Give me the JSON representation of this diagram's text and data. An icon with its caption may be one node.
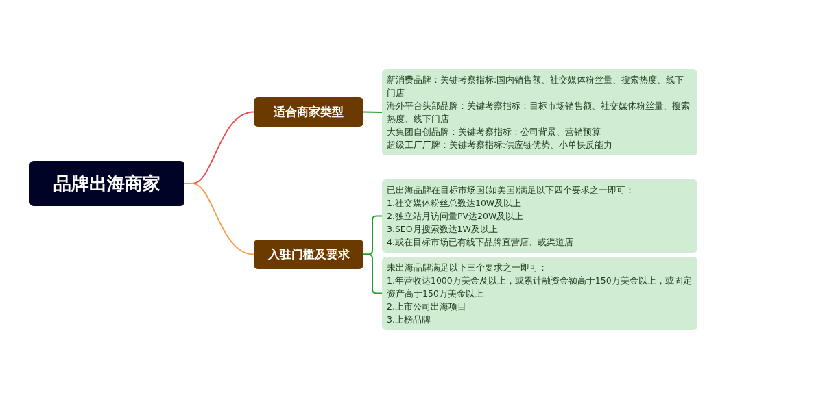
{
  "diagram": {
    "nodes": [
      {
        "text": [
          "品牌出海商家"
        ]
      },
      {
        "text": [
          "适合商家类型"
        ]
      },
      {
        "text": [
          "新消费品牌：关键考察指标:国内销售额、社交媒体粉丝量、搜索热度、线下门店",
          "海外平台头部品牌：关键考察指标：目标市场销售额、社交媒体粉丝量、搜索热度、线下门店",
          "大集团自创品牌：关键考察指标：公司背景、营销预算",
          "超级工厂厂牌：关键考察指标:供应链优势、小单快反能力"
        ]
      },
      {
        "text": [
          "入驻门槛及要求"
        ]
      },
      {
        "text": [
          "已出海品牌在目标市场国(如美国)满足以下四个要求之一即可：",
          "1.社交媒体粉丝总数达10W及以上",
          "2.独立站月访问量PV达20W及以上",
          "3.SEO月搜索数达1W及以上",
          "4.或在目标市场已有线下品牌直营店、或渠道店"
        ]
      },
      {
        "text": [
          "未出海品牌满足以下三个要求之一即可：",
          "1.年营收达1000万美金及以上，或累计融资金额高于150万美金以上，或固定资产高于150万美金以上",
          "2.上市公司出海项目",
          "3.上榜品牌"
        ]
      }
    ],
    "edges": [
      {
        "from": 0,
        "to": 1,
        "arrow": "none",
        "color": "#f04f4f"
      },
      {
        "from": 1,
        "to": 2,
        "arrow": "none"
      },
      {
        "from": 0,
        "to": 3,
        "arrow": "none",
        "color": "#f5a04f"
      },
      {
        "from": 3,
        "to": 4,
        "arrow": "none"
      },
      {
        "from": 3,
        "to": 5,
        "arrow": "none"
      }
    ]
  }
}
